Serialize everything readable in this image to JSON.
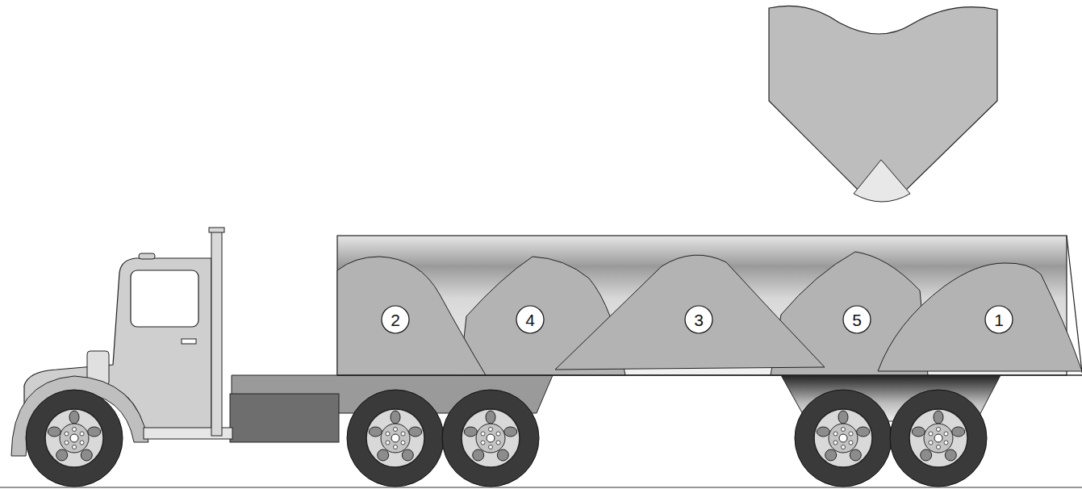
{
  "diagram": {
    "nodes": [
      {
        "text": [
          "2"
        ]
      },
      {
        "text": [
          "4"
        ]
      },
      {
        "text": [
          "3"
        ]
      },
      {
        "text": [
          "5"
        ]
      },
      {
        "text": [
          "1"
        ]
      }
    ]
  }
}
